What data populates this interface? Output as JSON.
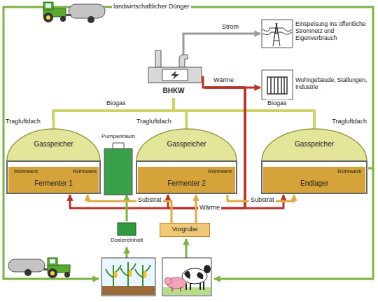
{
  "diagram": {
    "nodes": [
      {
        "text": [
          "BHKW"
        ]
      },
      {
        "text": [
          "Einspeisung ins öffentliche Stromnetz und Eigenverbrauch"
        ]
      },
      {
        "text": [
          "Wohngebäude, Stallungen, Industrie"
        ]
      },
      {
        "text": [
          "Tragluftdach",
          "Gasspeicher",
          "Rührwerk",
          "Rührwerk",
          "Fermenter 1"
        ]
      },
      {
        "text": [
          "Pumpenraum"
        ]
      },
      {
        "text": [
          "Tragluftdach",
          "Gasspeicher",
          "Rührwerk",
          "Fermenter 2"
        ]
      },
      {
        "text": [
          "Tragluftdach",
          "Gasspeicher",
          "Rührwerk",
          "Endlager"
        ]
      },
      {
        "text": [
          "Dosiereinheit"
        ]
      },
      {
        "text": [
          "Vorgrube"
        ]
      }
    ],
    "edges": [
      {
        "from": 3,
        "to": 0,
        "label": "Biogas",
        "arrow": "none"
      },
      {
        "from": 5,
        "to": 0,
        "arrow": "none"
      },
      {
        "from": 6,
        "to": 0,
        "label": "Biogas",
        "arrow": "none"
      },
      {
        "from": 0,
        "to": 1,
        "label": "Strom",
        "arrow": "to"
      },
      {
        "from": 0,
        "to": 2,
        "label": "Wärme",
        "arrow": "to"
      },
      {
        "from": 0,
        "to": 3,
        "arrow": "to"
      },
      {
        "from": 0,
        "to": 5,
        "arrow": "to"
      },
      {
        "from": 0,
        "to": 6,
        "label": "Wärme",
        "arrow": "to"
      },
      {
        "from": 7,
        "to": 4,
        "arrow": "to"
      },
      {
        "from": 8,
        "to": 3,
        "label": "Substrat",
        "arrow": "to"
      },
      {
        "from": 8,
        "to": 5,
        "arrow": "to"
      },
      {
        "from": 5,
        "to": 6,
        "label": "Substrat",
        "arrow": "to"
      }
    ],
    "labels": [
      "landwirtschaftlicher Dünger"
    ]
  }
}
